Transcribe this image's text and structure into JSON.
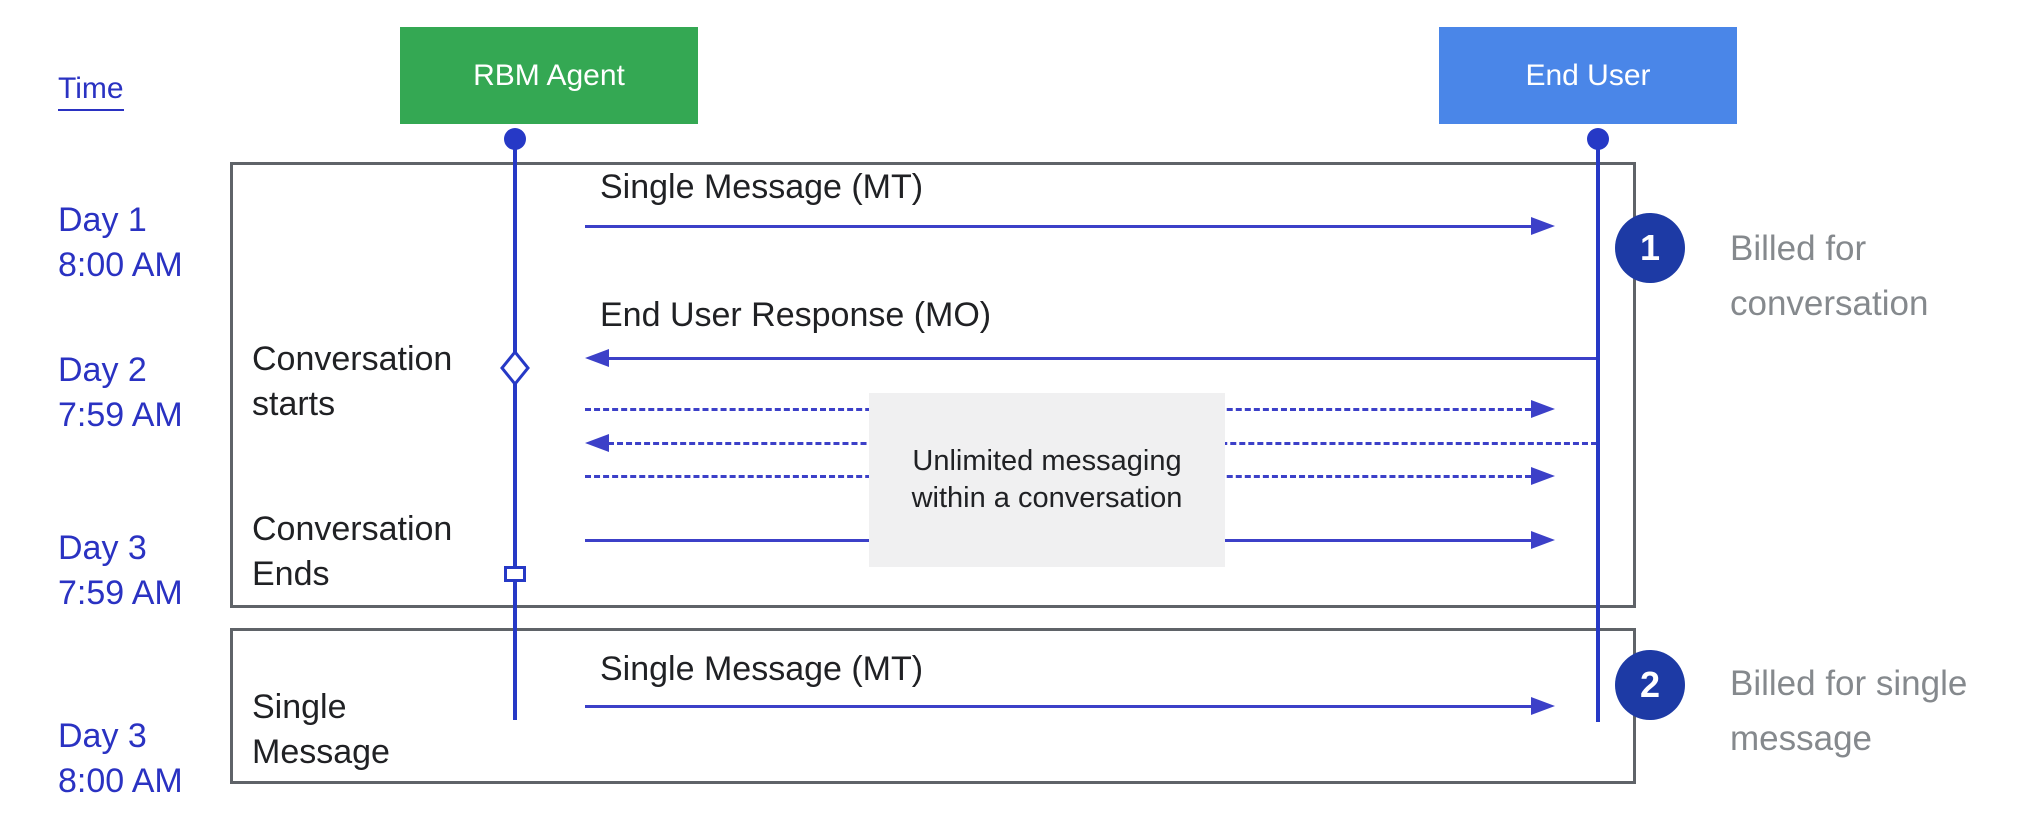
{
  "header": {
    "time_label": "Time",
    "actors": [
      {
        "id": "rbm-agent",
        "label": "RBM Agent",
        "color": "#34a853"
      },
      {
        "id": "end-user",
        "label": "End User",
        "color": "#4a86e8"
      }
    ]
  },
  "timeline": [
    {
      "day": "Day 1",
      "time": "8:00 AM"
    },
    {
      "day": "Day 2",
      "time": "7:59 AM"
    },
    {
      "day": "Day 3",
      "time": "7:59 AM"
    },
    {
      "day": "Day 3",
      "time": "8:00 AM"
    }
  ],
  "conversation_box": {
    "start_note": {
      "line1": "Conversation",
      "line2": "starts"
    },
    "end_note": {
      "line1": "Conversation",
      "line2": "Ends"
    },
    "messages": {
      "mt1": "Single Message (MT)",
      "mo": "End User Response (MO)",
      "mt2": "Single Message (MT)"
    },
    "note": {
      "line1": "Unlimited messaging",
      "line2": "within a conversation"
    }
  },
  "single_box": {
    "label": {
      "line1": "Single",
      "line2": "Message"
    }
  },
  "billing": [
    {
      "badge": "1",
      "line1": "Billed for",
      "line2": "conversation"
    },
    {
      "badge": "2",
      "line1": "Billed for single",
      "line2": "message"
    }
  ],
  "colors": {
    "agent_green": "#34a853",
    "user_blue": "#4a86e8",
    "arrow_blue": "#3c40c8",
    "lifeline_blue": "#2639c6",
    "timeline_text_blue": "#2a32c2",
    "badge_navy": "#1d3aa5",
    "muted_gray": "#85898d",
    "section_border_gray": "#5f6368",
    "note_background": "#f0f0f1"
  }
}
